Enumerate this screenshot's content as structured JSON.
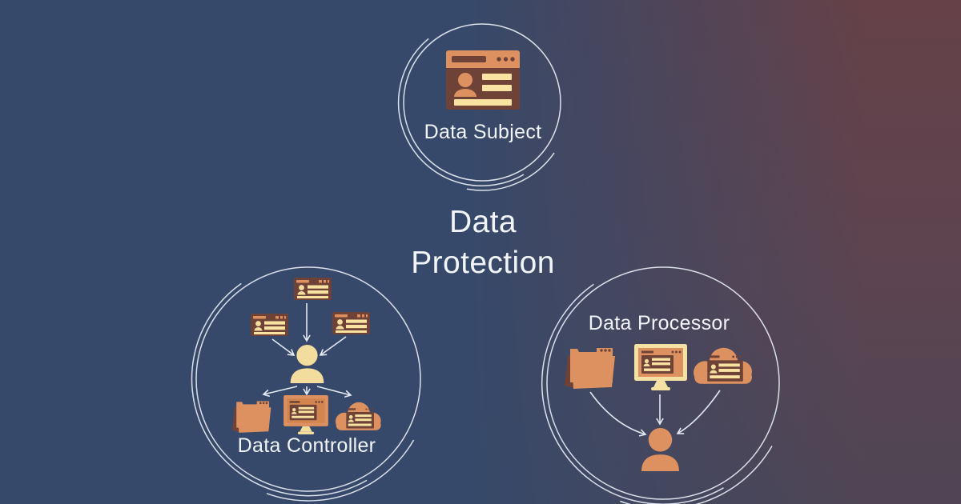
{
  "title": {
    "line1": "Data",
    "line2": "Protection"
  },
  "nodes": {
    "data_subject": {
      "label": "Data Subject",
      "icon": "id-card-browser-icon"
    },
    "data_controller": {
      "label": "Data Controller",
      "source_icons": [
        "id-card-icon",
        "id-card-icon",
        "id-card-icon"
      ],
      "hub_icon": "person-icon",
      "target_icons": [
        "folder-icon",
        "monitor-id-card-icon",
        "cloud-id-card-icon"
      ]
    },
    "data_processor": {
      "label": "Data Processor",
      "source_icons": [
        "folder-icon",
        "monitor-id-card-icon",
        "cloud-id-card-icon"
      ],
      "hub_icon": "person-icon"
    }
  },
  "colors": {
    "bg_left_blue": "#36496A",
    "bg_top_right_maroon": "#63434A",
    "bg_bottom_right_purple": "#514553",
    "icon_orange": "#DE9160",
    "icon_dark_brown": "#6F4238",
    "icon_cream": "#F8E3A3",
    "person_pale": "#F2DC9E",
    "stroke_white": "#E9EEF5",
    "text_white": "#F1F4F9"
  }
}
